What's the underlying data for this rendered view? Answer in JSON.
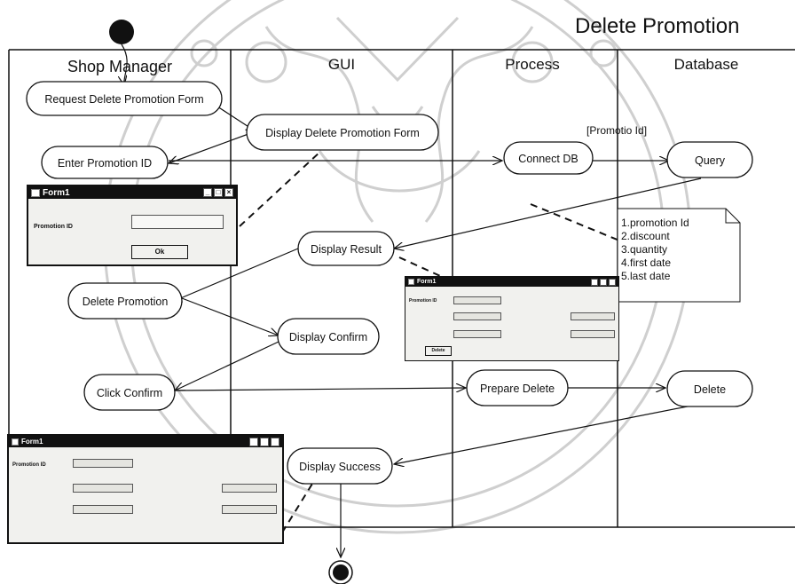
{
  "diagram": {
    "title": "Delete Promotion",
    "lanes": [
      "Shop Manager",
      "GUI",
      "Process",
      "Database"
    ],
    "activities": {
      "request_form": "Request Delete Promotion Form",
      "display_form": "Display Delete Promotion Form",
      "enter_id": "Enter Promotion ID",
      "connect_db": "Connect DB",
      "query": "Query",
      "display_result": "Display Result",
      "delete_promotion": "Delete Promotion",
      "display_confirm": "Display Confirm",
      "click_confirm": "Click Confirm",
      "prepare_delete": "Prepare Delete",
      "delete": "Delete",
      "display_success": "Display Success"
    },
    "guard_label": "[Promotio Id]",
    "note_lines": [
      "1.promotion Id",
      "2.discount",
      "3.quantity",
      "4.first date",
      "5.last date"
    ]
  },
  "form_small": {
    "title": "Form1",
    "field_label": "Promotion ID",
    "button_label": "Ok"
  },
  "form_result": {
    "title": "Form1",
    "field_label": "Promotion ID",
    "button_label": "Delete"
  },
  "form_success": {
    "title": "Form1",
    "field_label": "Promotion ID"
  },
  "colors": {
    "ink": "#111111",
    "watermark": "#c9c9c9",
    "paper": "#ffffff"
  }
}
